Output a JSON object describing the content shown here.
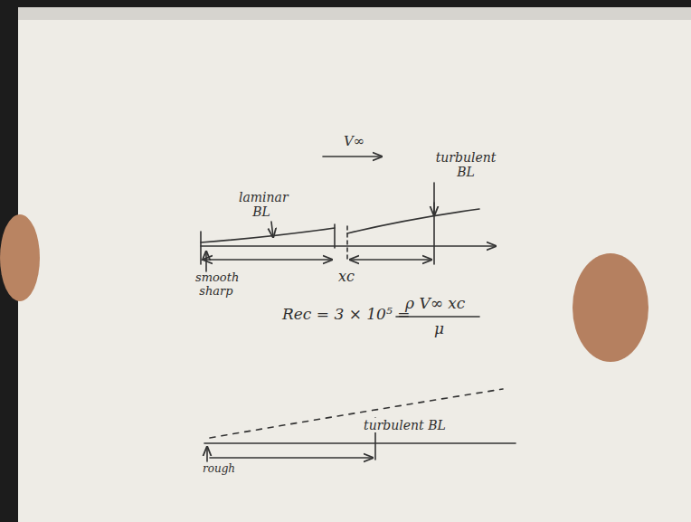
{
  "diagram": {
    "labels": [
      "V∞",
      "laminar BL",
      "turbulent BL",
      "smooth sharp",
      "xc",
      "Rec = 3 × 10⁵ =",
      "ρ V∞ xc",
      "μ",
      "turbulent BL",
      "rough"
    ]
  }
}
